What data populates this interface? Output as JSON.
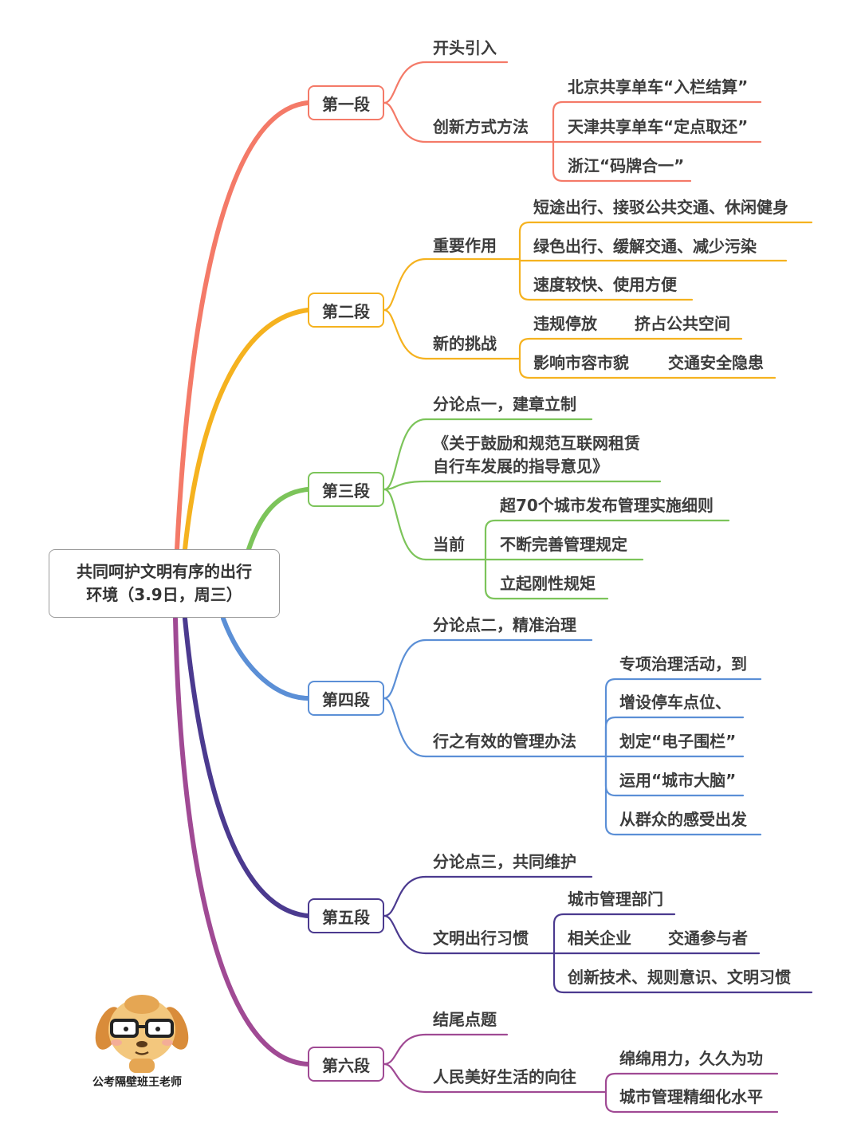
{
  "central": {
    "line1": "共同呵护文明有序的出行",
    "line2": "环境（3.9日，周三）"
  },
  "sections": [
    {
      "label": "第一段",
      "color": "#f47a68",
      "items": [
        "开头引入",
        "创新方式方法",
        "北京共享单车“入栏结算”",
        "天津共享单车“定点取还”",
        "浙江“码牌合一”"
      ]
    },
    {
      "label": "第二段",
      "color": "#f5b21f",
      "items": [
        "重要作用",
        "短途出行、接驳公共交通、休闲健身",
        "绿色出行、缓解交通、减少污染",
        "速度较快、使用方便",
        "新的挑战",
        "违规停放",
        "挤占公共空间",
        "影响市容市貌",
        "交通安全隐患"
      ]
    },
    {
      "label": "第三段",
      "color": "#7cc45a",
      "items": [
        "分论点一，建章立制",
        "《关于鼓励和规范互联网租赁",
        "自行车发展的指导意见》",
        "当前",
        "超70个城市发布管理实施细则",
        "不断完善管理规定",
        "立起刚性规矩"
      ]
    },
    {
      "label": "第四段",
      "color": "#5b8fd6",
      "items": [
        "分论点二，精准治理",
        "行之有效的管理办法",
        "专项治理活动，到",
        "增设停车点位、",
        "划定“电子围栏”",
        "运用“城市大脑”",
        "从群众的感受出发"
      ]
    },
    {
      "label": "第五段",
      "color": "#4b3a8f",
      "items": [
        "分论点三，共同维护",
        "文明出行习惯",
        "城市管理部门",
        "相关企业",
        "交通参与者",
        "创新技术、规则意识、文明习惯"
      ]
    },
    {
      "label": "第六段",
      "color": "#a04a94",
      "items": [
        "结尾点题",
        "人民美好生活的向往",
        "绵绵用力，久久为功",
        "城市管理精细化水平"
      ]
    }
  ],
  "watermark": {
    "caption": "公考隔壁班王老师",
    "icon": "dog-mascot-icon"
  }
}
